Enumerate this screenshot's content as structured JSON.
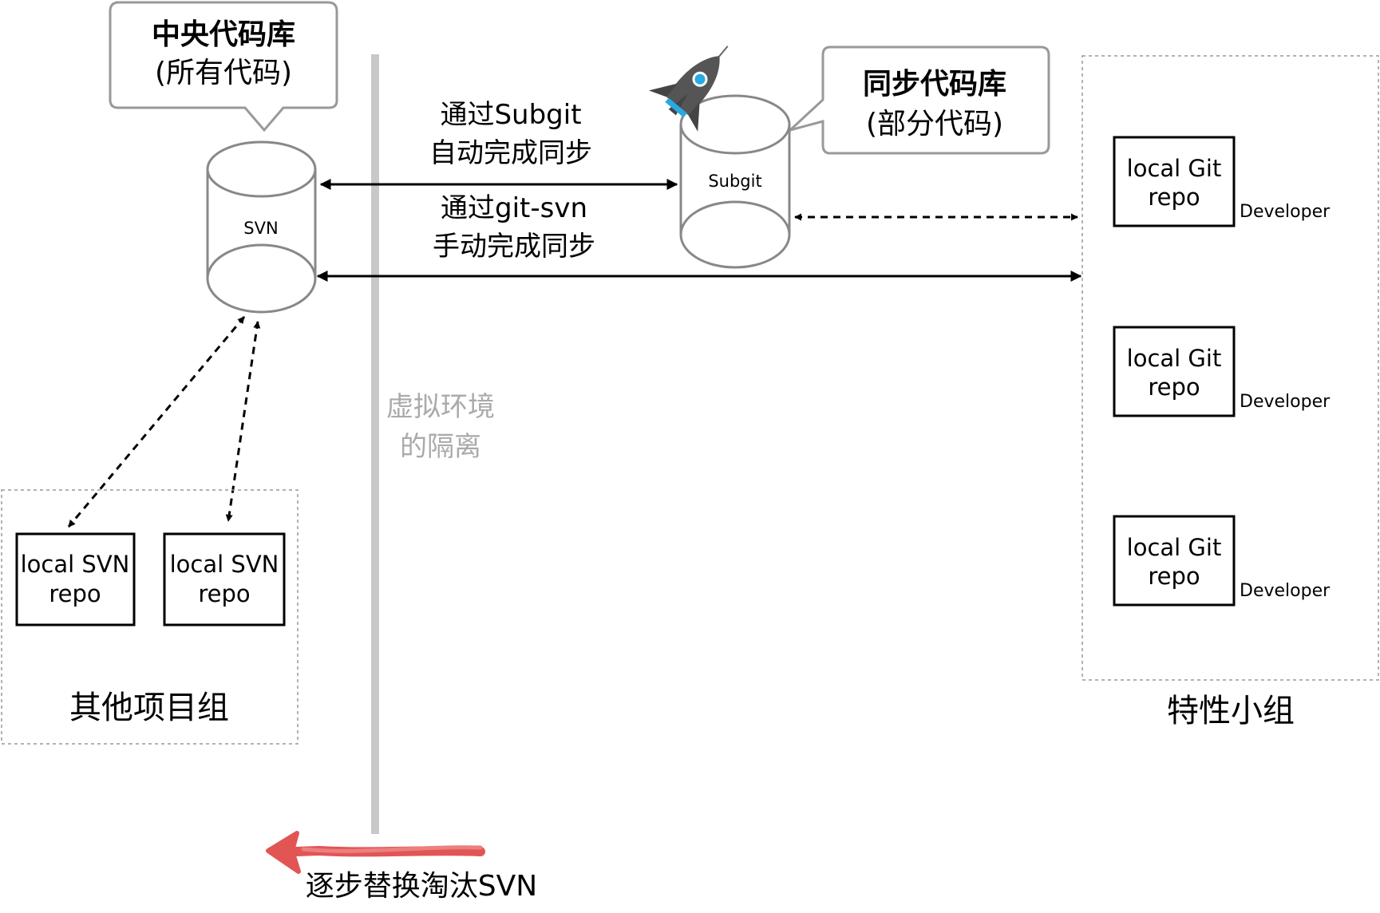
{
  "callouts": {
    "central": {
      "line1": "中央代码库",
      "line2": "(所有代码)"
    },
    "sync": {
      "line1": "同步代码库",
      "line2": "(部分代码)"
    }
  },
  "repos": {
    "svn": "SVN",
    "subgit": "Subgit"
  },
  "arrows": {
    "auto_line1": "通过Subgit",
    "auto_line2": "自动完成同步",
    "manual_line1": "通过git-svn",
    "manual_line2": "手动完成同步"
  },
  "isolation": {
    "line1": "虚拟环境",
    "line2": "的隔离"
  },
  "other_group": {
    "label": "其他项目组",
    "repos": [
      {
        "line1": "local SVN",
        "line2": "repo"
      },
      {
        "line1": "local SVN",
        "line2": "repo"
      }
    ]
  },
  "feature_group": {
    "label": "特性小组",
    "repos": [
      {
        "line1": "local Git",
        "line2": "repo",
        "owner": "Developer"
      },
      {
        "line1": "local Git",
        "line2": "repo",
        "owner": "Developer"
      },
      {
        "line1": "local Git",
        "line2": "repo",
        "owner": "Developer"
      }
    ]
  },
  "migration": {
    "label": "逐步替换淘汰SVN",
    "color": "#e25555"
  },
  "colors": {
    "stroke": "#000000",
    "cylinder": "#888888",
    "callout": "#999999",
    "dashed_box": "#999999",
    "divider": "#c8c8c8",
    "rocket_body": "#555555",
    "rocket_window": "#29a9e0"
  }
}
